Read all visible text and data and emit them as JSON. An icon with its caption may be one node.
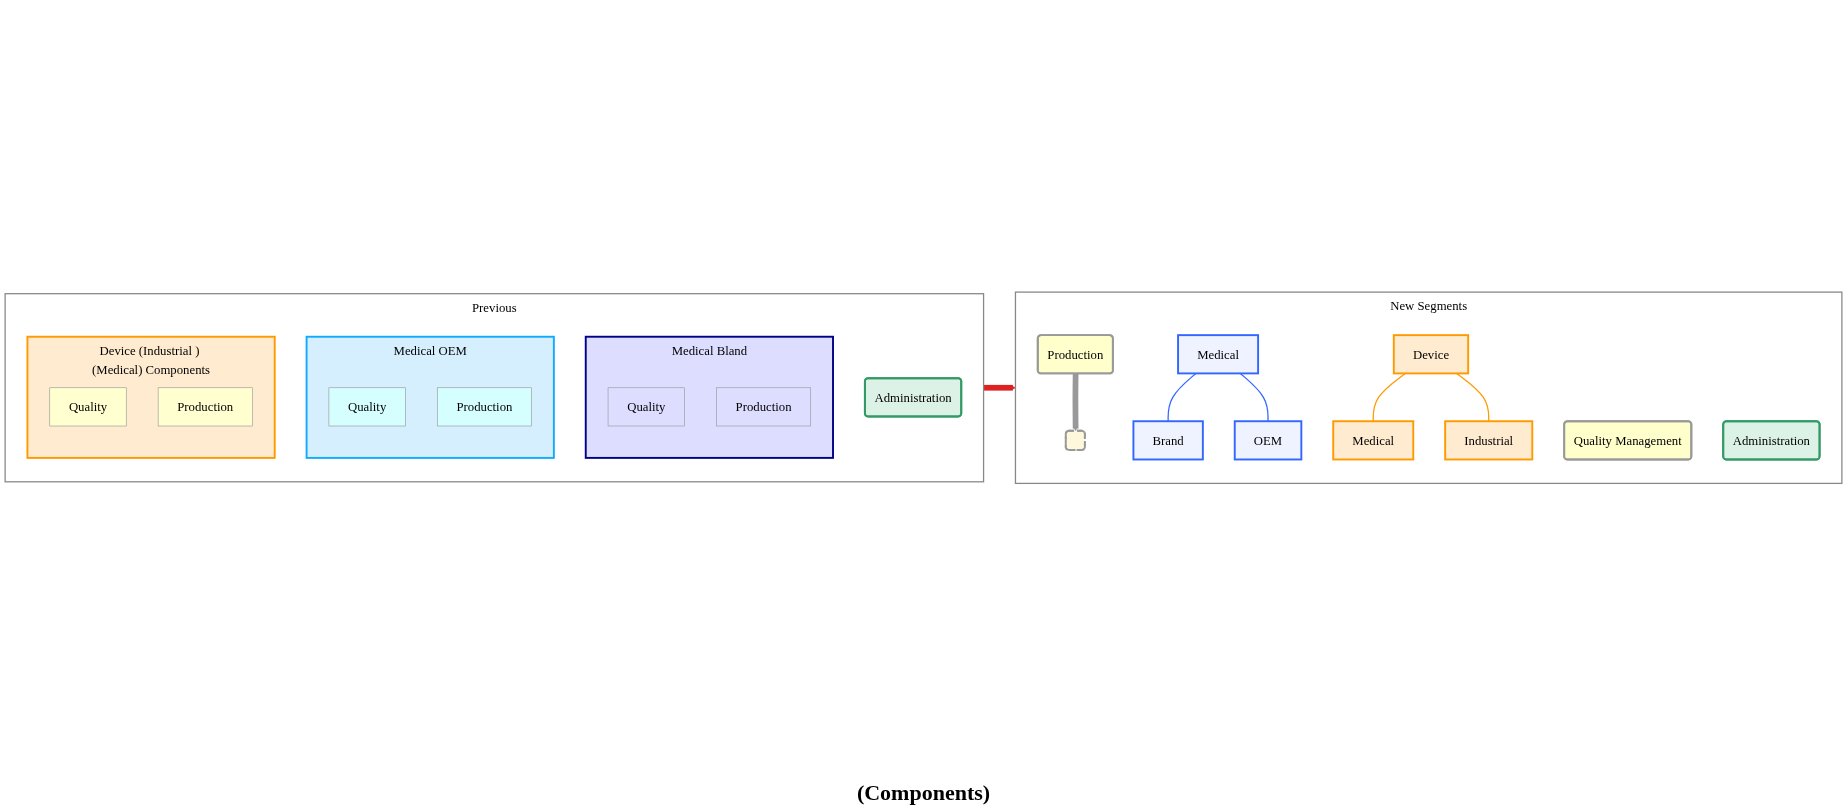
{
  "diagram": {
    "nodes": [
      {
        "text": [
          "Previous"
        ]
      },
      {
        "text": [
          "Medical Bland"
        ],
        "in": 0
      },
      {
        "text": [
          "Quality"
        ],
        "in": 1
      },
      {
        "text": [
          "Production"
        ],
        "in": 1
      },
      {
        "text": [
          "Medical OEM"
        ],
        "in": 0
      },
      {
        "text": [
          "Quality"
        ],
        "in": 4
      },
      {
        "text": [
          "Production"
        ],
        "in": 4
      },
      {
        "text": [
          "Device (Industrial ) (Medical) Components"
        ],
        "in": 0
      },
      {
        "text": [
          "Quality"
        ],
        "in": 7
      },
      {
        "text": [
          "Production"
        ],
        "in": 7
      },
      {
        "text": [
          "Administration"
        ],
        "in": 0
      },
      {
        "text": [
          "New Segments"
        ]
      },
      {
        "text": [
          "Medical"
        ],
        "in": 11
      },
      {
        "text": [
          "Device"
        ],
        "in": 11
      },
      {
        "text": [
          "Production"
        ],
        "in": 11
      },
      {
        "text": [
          "Quality Management"
        ],
        "in": 11
      },
      {
        "text": [],
        "shape": "box",
        "in": 11
      },
      {
        "text": [
          "Brand"
        ],
        "in": 11
      },
      {
        "text": [
          "OEM"
        ],
        "in": 11
      },
      {
        "text": [
          "Medical"
        ],
        "in": 11
      },
      {
        "text": [
          "Industrial"
        ],
        "in": 11
      },
      {
        "text": [
          "Administration"
        ],
        "in": 11
      }
    ],
    "edges": [
      {
        "from": 0,
        "to": 11,
        "arrow": "to",
        "style": "thick",
        "color": "#dd2222"
      },
      {
        "from": 14,
        "to": 16,
        "arrow": "to",
        "style": "thick",
        "color": "#999999"
      },
      {
        "from": 12,
        "to": 17,
        "arrow": "none",
        "color": "#3366ff"
      },
      {
        "from": 12,
        "to": 18,
        "arrow": "none",
        "color": "#3366ff"
      },
      {
        "from": 13,
        "to": 19,
        "arrow": "none",
        "color": "#ff9900"
      },
      {
        "from": 13,
        "to": 20,
        "arrow": "none",
        "color": "#ff9900"
      }
    ],
    "labels": [
      "(Components)"
    ]
  }
}
